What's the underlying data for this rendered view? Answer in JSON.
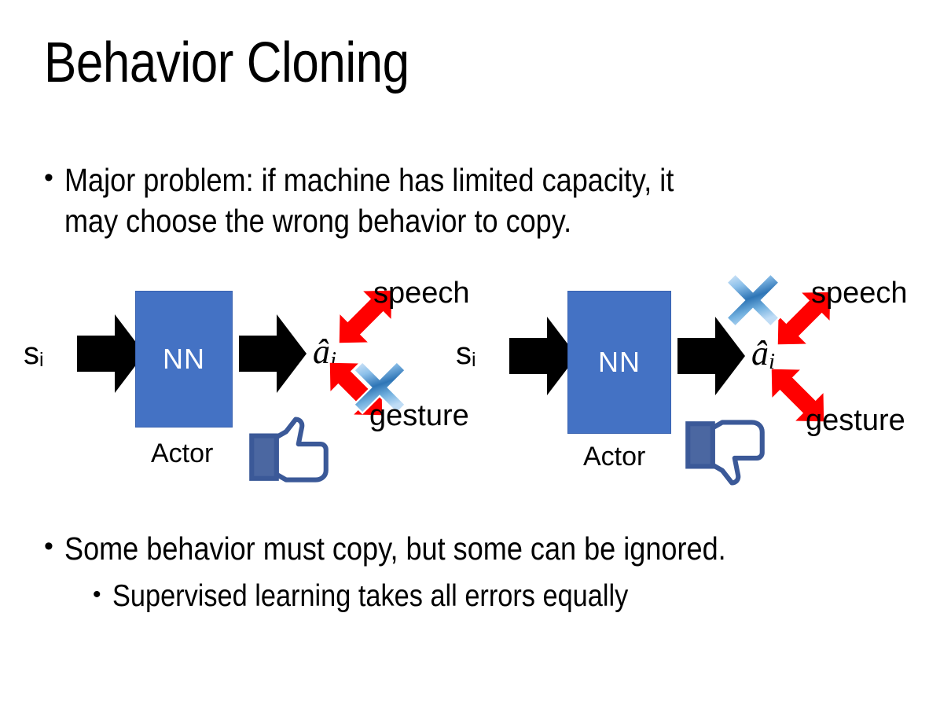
{
  "slide": {
    "title": "Behavior Cloning",
    "background_color": "#ffffff",
    "bullets": {
      "bullet_char": "•",
      "top": "Major problem: if machine has limited capacity, it\nmay choose the wrong behavior to copy.",
      "bottom_1": "Some behavior must copy, but some can be ignored.",
      "bottom_2": "Supervised learning takes all errors equally"
    }
  },
  "colors": {
    "nn_box_fill": "#4472C4",
    "nn_box_border": "#3A63B0",
    "nn_box_text": "#ffffff",
    "arrow_black": "#000000",
    "arrow_red": "#FF0000",
    "cross_blue_light": "#C9E2F7",
    "cross_blue_dark": "#2E75B6",
    "thumb_outline": "#3B5998",
    "thumb_fill": "#FFFFFF",
    "thumb_shadow": "#E4E6EB",
    "text": "#000000"
  },
  "diagrams": [
    {
      "id": "left",
      "state_label": "s",
      "state_subscript": "i",
      "box_label": "NN",
      "box_caption": "Actor",
      "action_label": "â",
      "action_subscript": "i",
      "outputs": [
        {
          "name": "speech",
          "label": "speech",
          "arrow_direction": "up-right",
          "crossed_out": false
        },
        {
          "name": "gesture",
          "label": "gesture",
          "arrow_direction": "down-right",
          "crossed_out": true
        }
      ],
      "feedback_icon": "thumbs-up-icon",
      "feedback": "positive"
    },
    {
      "id": "right",
      "state_label": "s",
      "state_subscript": "i",
      "box_label": "NN",
      "box_caption": "Actor",
      "action_label": "â",
      "action_subscript": "i",
      "outputs": [
        {
          "name": "speech",
          "label": "speech",
          "arrow_direction": "up-right",
          "crossed_out": true
        },
        {
          "name": "gesture",
          "label": "gesture",
          "arrow_direction": "down-right",
          "crossed_out": false
        }
      ],
      "feedback_icon": "thumbs-down-icon",
      "feedback": "negative"
    }
  ]
}
